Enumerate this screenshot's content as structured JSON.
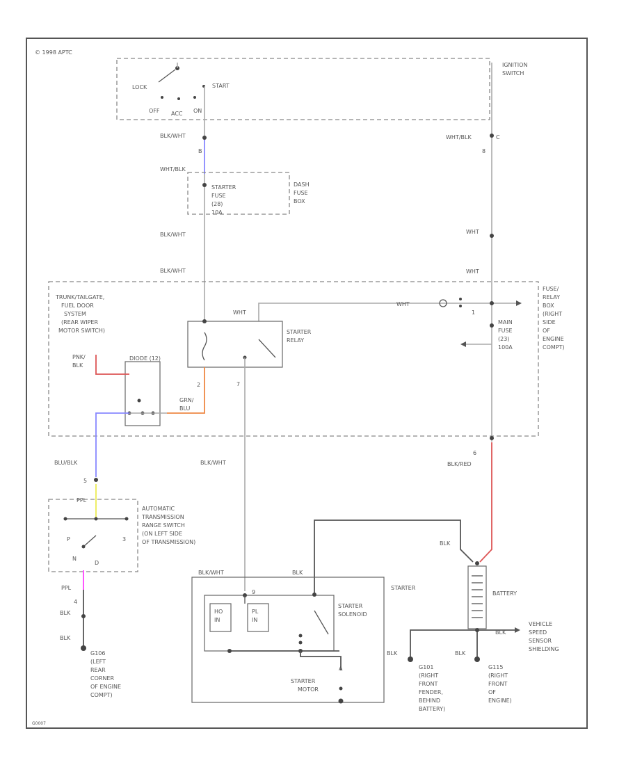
{
  "colors": {
    "blue": "#8888ff",
    "red": "#dd5555",
    "orange": "#ee8844",
    "yellow": "#eeee66",
    "magenta": "#ff55ff",
    "wire": "#aaaaaa",
    "line": "#555555"
  },
  "labels": {
    "copyright": "© 1998 APTC",
    "ignition_switch": [
      "IGNITION",
      "SWITCH"
    ],
    "lock": "LOCK",
    "start": "START",
    "off": "OFF",
    "acc": "ACC",
    "on": "ON",
    "blkwht_1": "BLK/WHT",
    "whtblk_top": "WHT/BLK",
    "whtblk_fuse": "WHT/BLK",
    "starter_fuse": [
      "STARTER",
      "FUSE",
      "(28)",
      "10A"
    ],
    "dash_fuse_box": [
      "DASH",
      "FUSE",
      "BOX"
    ],
    "blkwht_2": "BLK/WHT",
    "wht_1": "WHT",
    "blkwht_3": "BLK/WHT",
    "wht_2": "WHT",
    "trunk_system": [
      "TRUNK/TAILGATE,",
      "FUEL DOOR",
      "SYSTEM",
      "(REAR WIPER",
      "MOTOR SWITCH)"
    ],
    "wht_relay": "WHT",
    "wht_right": "WHT",
    "starter_relay": [
      "STARTER",
      "RELAY"
    ],
    "fuse_relay_box": [
      "FUSE/",
      "RELAY",
      "BOX",
      "(RIGHT",
      "SIDE",
      "OF",
      "ENGINE",
      "COMPT)"
    ],
    "main_fuse": [
      "MAIN",
      "FUSE",
      "(23)",
      "100A"
    ],
    "pnk_blk": [
      "PNK/",
      "BLK"
    ],
    "diode": "DIODE (12)",
    "grn_blu": [
      "GRN/",
      "BLU"
    ],
    "blublk": "BLU/BLK",
    "blkwht_4": "BLK/WHT",
    "blkred": "BLK/RED",
    "at_switch": [
      "AUTOMATIC",
      "TRANSMISSION",
      "RANGE SWITCH",
      "(ON LEFT SIDE",
      "OF TRANSMISSION)"
    ],
    "ppl": "PPL",
    "blk_1": "BLK",
    "blk_2": "BLK",
    "g106": [
      "G106",
      "(LEFT",
      "REAR",
      "CORNER",
      "OF ENGINE",
      "COMPT)"
    ],
    "blk_batt": "BLK",
    "battery": "BATTERY",
    "blkwht_starter": "BLK/WHT",
    "blk_starter": "BLK",
    "starter": "STARTER",
    "starter_solenoid": [
      "STARTER",
      "SOLENOID"
    ],
    "hold_in": [
      "HO",
      "IN"
    ],
    "pull_in": [
      "PL",
      "IN"
    ],
    "starter_motor": [
      "STARTER",
      "MOTOR"
    ],
    "blk_g101": "BLK",
    "blk_g115": "BLK",
    "blk_vss": "BLK",
    "g101": [
      "G101",
      "(RIGHT",
      "FRONT",
      "FENDER,",
      "BEHIND",
      "BATTERY)"
    ],
    "g115": [
      "G115",
      "(RIGHT",
      "FRONT",
      "OF",
      "ENGINE)"
    ],
    "vss": [
      "VEHICLE",
      "SPEED",
      "SENSOR",
      "SHIELDING"
    ],
    "pin_c": "C",
    "pin_b": "B",
    "pin_a": "A",
    "pin_1": "1",
    "pin_2": "2",
    "pin_3": "3",
    "pin_4": "4",
    "pin_5": "5",
    "pin_6": "6",
    "pin_7": "7",
    "pin_8": "8",
    "pin_9": "9",
    "range_p": "P",
    "range_n": "N",
    "range_d": "D",
    "figure_id": "G0007"
  }
}
